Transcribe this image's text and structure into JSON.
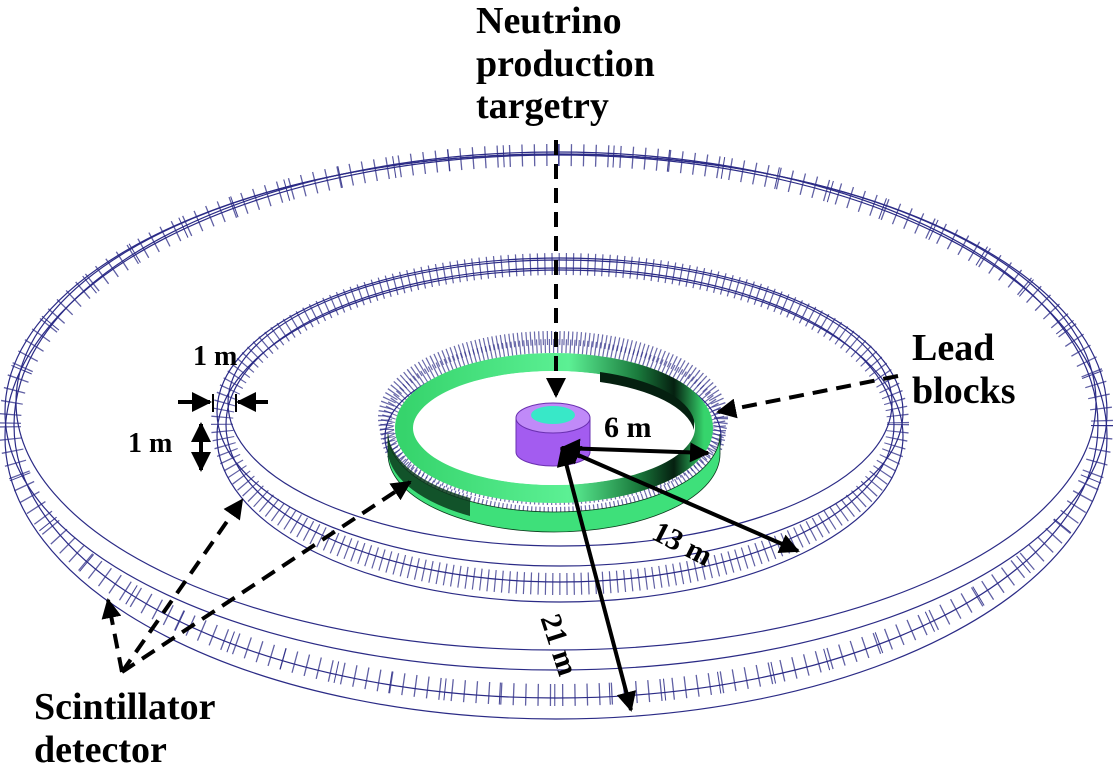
{
  "labels": {
    "neutrino_line1": "Neutrino",
    "neutrino_line2": "production",
    "neutrino_line3": "targetry",
    "lead_line1": "Lead",
    "lead_line2": "blocks",
    "scint_line1": "Scintillator",
    "scint_line2": "detector",
    "one_m_width": "1 m",
    "one_m_height": "1 m",
    "six_m": "6 m",
    "thirteen_m": "13 m",
    "twentyone_m": "21 m"
  },
  "colors": {
    "ring_mesh": "#2b2b86",
    "lead_green": "#3ee07a",
    "lead_dark": "#0b3a1c",
    "target_purple": "#a35cf0",
    "target_top": "#38e8c8",
    "arrow": "#000000"
  }
}
